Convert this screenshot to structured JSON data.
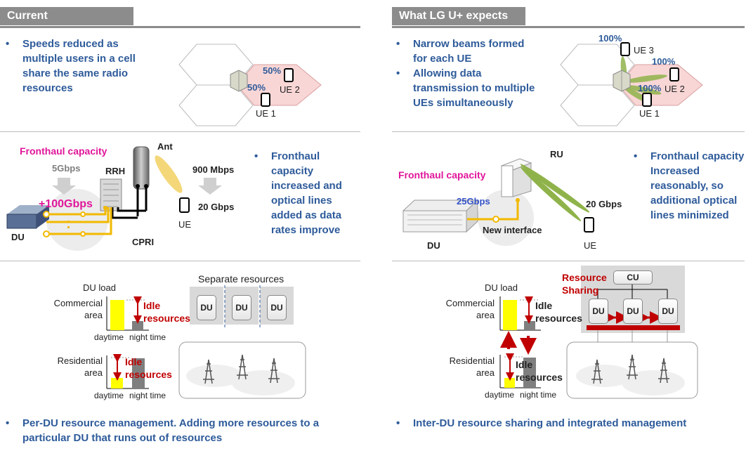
{
  "left": {
    "header": "Current",
    "top_bullet": "Speeds reduced as multiple users in a cell share the same radio resources",
    "cell": {
      "p1": "50%",
      "p2": "50%",
      "ue1": "UE 1",
      "ue2": "UE 2"
    },
    "fronthaul": {
      "title": "Fronthaul capacity",
      "rate_5": "5Gbps",
      "rate_100": "+100Gbps",
      "rrh": "RRH",
      "ant": "Ant",
      "mbps": "900 Mbps",
      "gbps": "20 Gbps",
      "ue": "UE",
      "du": "DU",
      "cpri": "CPRI",
      "bullet": "Fronthaul capacity increased and optical lines added as data rates improve"
    },
    "resources": {
      "separate": "Separate resources",
      "du_load": "DU load",
      "commercial": "Commercial area",
      "residential": "Residential area",
      "idle": "Idle resources",
      "idle_short": "Idle",
      "res_short": "resources",
      "daytime": "daytime",
      "night": "night time",
      "du": "DU"
    },
    "bottom_bullet": "Per-DU resource management. Adding more resources to a particular DU that runs out of resources"
  },
  "right": {
    "header": "What LG U+ expects",
    "bullet1": "Narrow beams formed for each UE",
    "bullet2": "Allowing data transmission to multiple UEs simultaneously",
    "cell": {
      "p1": "100%",
      "p2": "100%",
      "p3": "100%",
      "ue1": "UE 1",
      "ue2": "UE 2",
      "ue3": "UE 3"
    },
    "fronthaul": {
      "title": "Fronthaul capacity",
      "rate": "25Gbps",
      "ru": "RU",
      "gbps": "20 Gbps",
      "du": "DU",
      "ue": "UE",
      "new_interface": "New interface",
      "bullet": "Fronthaul capacity Increased reasonably, so additional optical lines minimized"
    },
    "resources": {
      "du_load": "DU load",
      "commercial": "Commercial area",
      "residential": "Residential area",
      "idle": "Idle resources",
      "daytime": "daytime",
      "night": "night time",
      "sharing": "Resource Sharing",
      "cu": "CU",
      "du": "DU"
    },
    "bottom_bullet": "Inter-DU resource sharing and integrated management"
  },
  "colors": {
    "header": "#8c8c8c",
    "bullet": "#2e5b9a",
    "pink": "#e0169a",
    "red": "#c00000",
    "green": "#8fb34a",
    "yellow": "#ffff00",
    "bar_gray": "#7f7f7f"
  }
}
